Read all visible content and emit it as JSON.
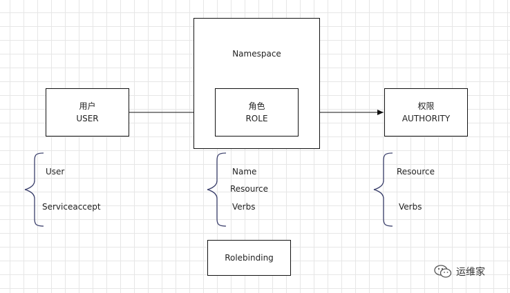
{
  "user_box": {
    "line1": "用户",
    "line2": "USER"
  },
  "namespace": {
    "title": "Namespace"
  },
  "role_box": {
    "line1": "角色",
    "line2": "ROLE"
  },
  "authority_box": {
    "line1": "权限",
    "line2": "AUTHORITY"
  },
  "user_list": [
    "User",
    "Serviceaccept"
  ],
  "role_list": [
    "Name",
    "Resource",
    "Verbs"
  ],
  "authority_list": [
    "Resource",
    "Verbs"
  ],
  "rolebinding": {
    "label": "Rolebinding"
  },
  "watermark": {
    "text": "运维家",
    "icon": "wechat-icon"
  }
}
